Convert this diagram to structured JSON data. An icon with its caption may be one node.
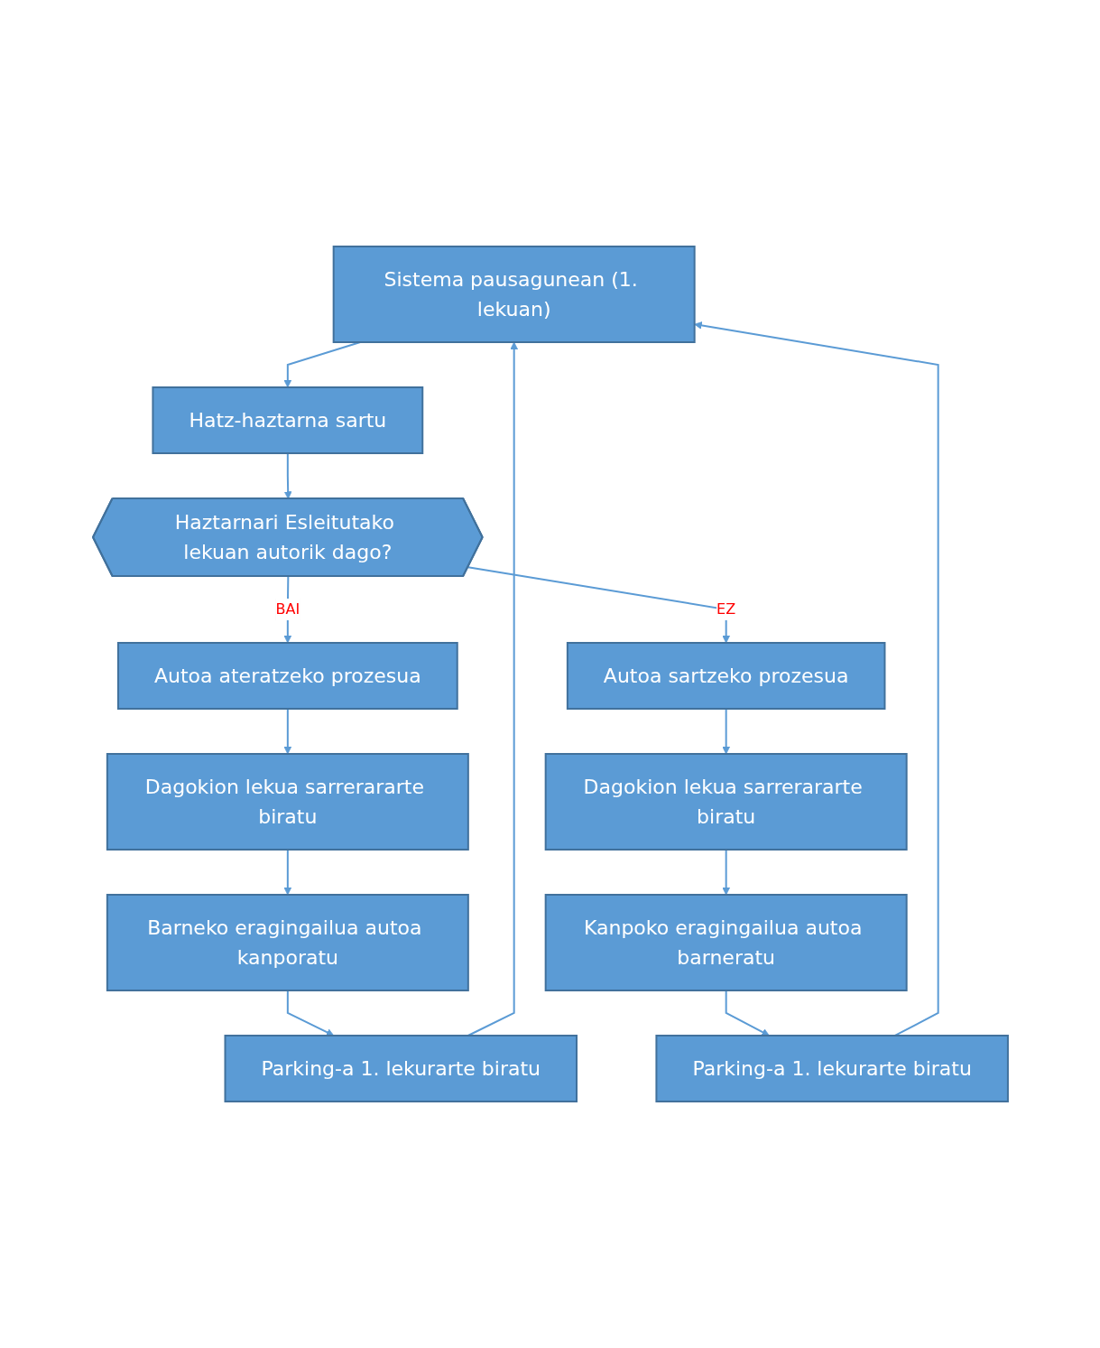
{
  "diagram": {
    "nodes": [
      {
        "text": [
          "Sistema pausagunean (1. lekuan)"
        ]
      },
      {
        "text": [
          "Hatz-haztarna sartu"
        ]
      },
      {
        "text": [
          "Haztarnari Esleitutako lekuan autorik dago?"
        ]
      },
      {
        "text": [
          "Autoa ateratzeko prozesua"
        ]
      },
      {
        "text": [
          "Autoa sartzeko prozesua"
        ]
      },
      {
        "text": [
          "Dagokion lekua sarrerararte biratu"
        ]
      },
      {
        "text": [
          "Dagokion lekua sarrerararte biratu"
        ]
      },
      {
        "text": [
          "Barneko eragingailua autoa kanporatu"
        ]
      },
      {
        "text": [
          "Kanpoko eragingailua autoa barneratu"
        ]
      },
      {
        "text": [
          "Parking-a 1. lekurarte biratu"
        ]
      },
      {
        "text": [
          "Parking-a 1. lekurarte biratu"
        ]
      }
    ],
    "edges": [
      {
        "from": 0,
        "to": 1,
        "arrow": "to"
      },
      {
        "from": 1,
        "to": 2,
        "arrow": "to"
      },
      {
        "from": 2,
        "to": 3,
        "arrow": "to",
        "label": "BAI"
      },
      {
        "from": 2,
        "to": 4,
        "arrow": "to",
        "label": "EZ"
      },
      {
        "from": 3,
        "to": 5,
        "arrow": "to"
      },
      {
        "from": 4,
        "to": 6,
        "arrow": "to"
      },
      {
        "from": 5,
        "to": 7,
        "arrow": "to"
      },
      {
        "from": 6,
        "to": 8,
        "arrow": "to"
      },
      {
        "from": 7,
        "to": 9,
        "arrow": "to"
      },
      {
        "from": 8,
        "to": 10,
        "arrow": "to"
      },
      {
        "from": 9,
        "to": 0,
        "arrow": "to"
      },
      {
        "from": 10,
        "to": 0,
        "arrow": "to"
      }
    ]
  }
}
